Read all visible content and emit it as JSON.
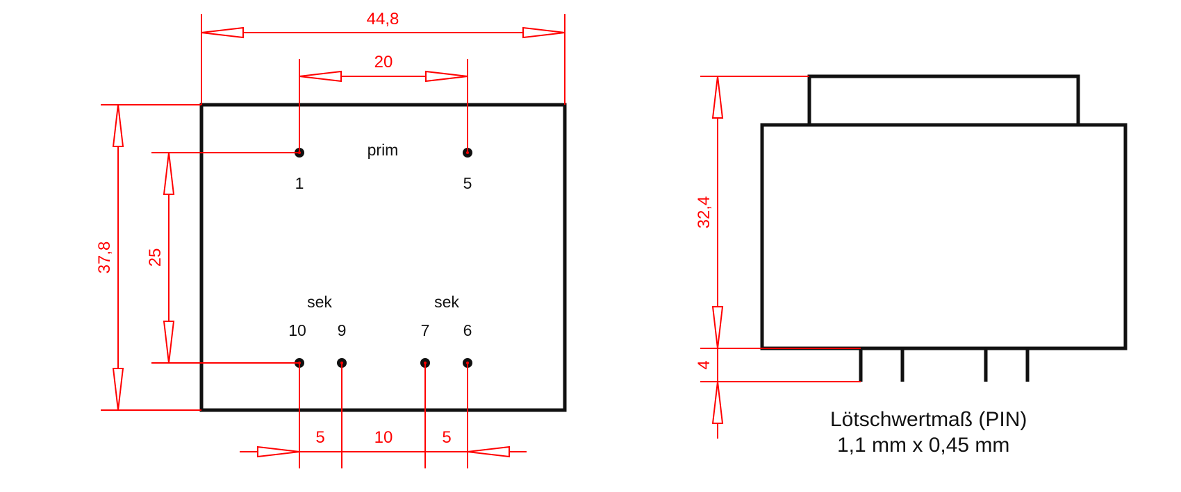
{
  "colors": {
    "outline": "#111111",
    "dimension": "#ff0000",
    "background": "#ffffff"
  },
  "dimensions": {
    "overall_width": "44,8",
    "primary_pin_spacing": "20",
    "overall_depth": "37,8",
    "prim_to_sek_spacing": "25",
    "sek_spacing_left": "5",
    "sek_spacing_middle": "10",
    "sek_spacing_right": "5",
    "height": "32,4",
    "pin_length": "4"
  },
  "winding_labels": {
    "primary": "prim",
    "secondary_left": "sek",
    "secondary_right": "sek"
  },
  "pins": {
    "p1": "1",
    "p5": "5",
    "p10": "10",
    "p9": "9",
    "p7": "7",
    "p6": "6"
  },
  "note": {
    "line1": "Lötschwertmaß (PIN)",
    "line2": "1,1 mm x 0,45 mm"
  }
}
